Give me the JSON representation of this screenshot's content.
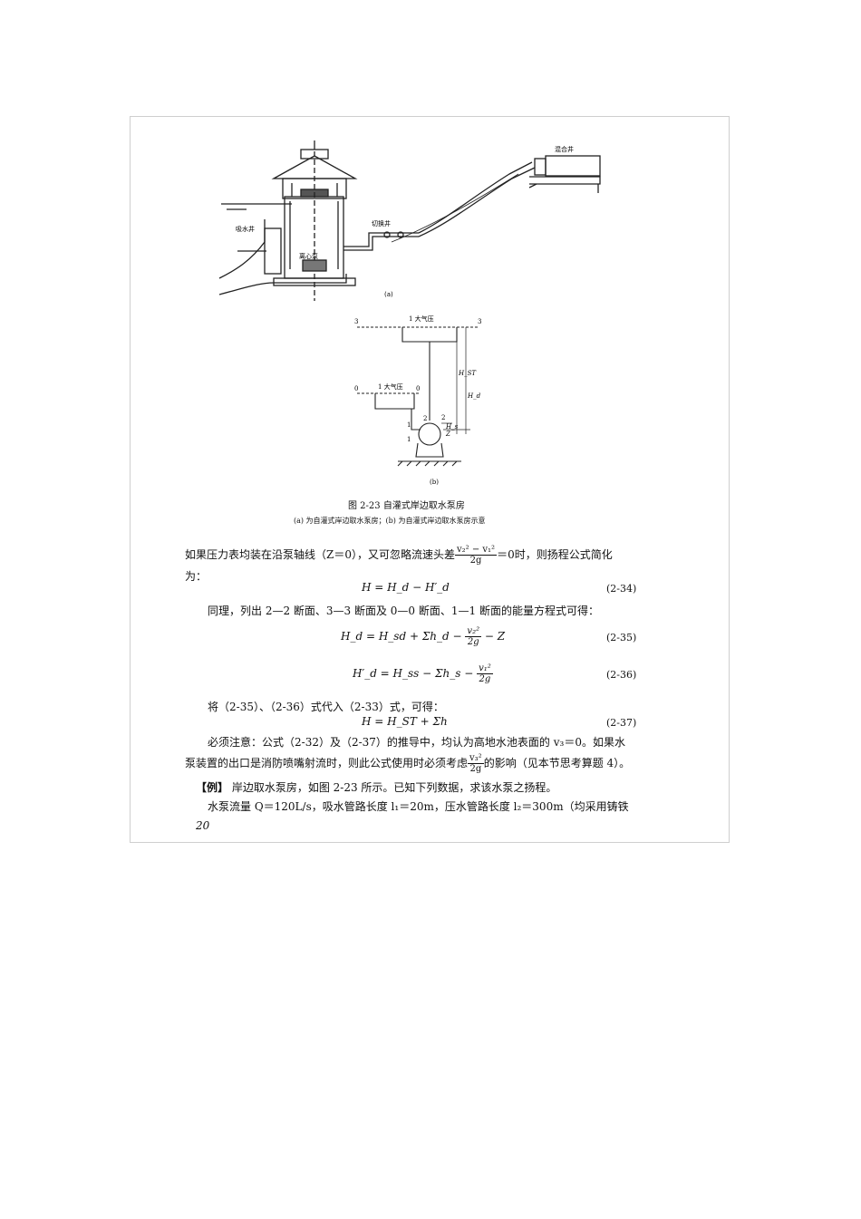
{
  "figure_a": {
    "labels": {
      "mix_well": "混合井",
      "intake_well": "吸水井",
      "gate_valve": "切换井",
      "centrifugal_pump": "离心泵",
      "sub_label": "(a)"
    }
  },
  "figure_b": {
    "labels": {
      "atm_top": "1 大气压",
      "atm_low": "1 大气压",
      "sec3_left": "3",
      "sec3_right": "3",
      "sec0_left": "0",
      "sec0_right": "0",
      "sec1": "1",
      "sec1b": "1",
      "sec2": "2",
      "sec2b": "2",
      "hst": "H_ST",
      "hd": "H_d",
      "hs": "H_s",
      "z": "Z",
      "sub_label": "(b)"
    }
  },
  "caption": {
    "title": "图 2-23   自灌式岸边取水泵房",
    "subtitle": "(a) 为自灌式岸边取水泵房；(b) 为自灌式岸边取水泵房示意"
  },
  "body": {
    "para1_a": "如果压力表均装在沿泵轴线（Z＝0），又可忽略流速头差",
    "para1_frac_num": "v₂² − v₁²",
    "para1_frac_den": "2g",
    "para1_eq0": "＝0",
    "para1_b": "时，则扬程公式简化",
    "para1_c": "为：",
    "eq34": "H = H_d − H′_d",
    "eq34_no": "(2-34)",
    "para2": "同理，列出 2—2 断面、3—3 断面及 0—0 断面、1—1 断面的能量方程式可得：",
    "eq35_a": "H_d = H_sd + Σh_d −",
    "eq35_num": "v₂²",
    "eq35_den": "2g",
    "eq35_b": "− Z",
    "eq35_no": "(2-35)",
    "eq36_a": "H′_d = H_ss − Σh_s −",
    "eq36_num": "v₁²",
    "eq36_den": "2g",
    "eq36_no": "(2-36)",
    "para3": "将（2-35）、（2-36）式代入（2-33）式，可得：",
    "eq37": "H = H_ST + Σh",
    "eq37_no": "(2-37)",
    "para4_a": "必须注意：公式（2-32）及（2-37）的推导中，均认为高地水池表面的 v₃＝0。如果水",
    "para4_b": "泵装置的出口是消防喷嘴射流时，则此公式使用时必须考虑",
    "para4_num": "v₃²",
    "para4_den": "2g",
    "para4_c": "的影响（见本节思考算题 4）。",
    "example_tag": "【例】",
    "example_text": " 岸边取水泵房，如图 2-23 所示。已知下列数据，求该水泵之扬程。",
    "para5": "水泵流量 Q＝120L/s，吸水管路长度 l₁＝20m，压水管路长度 l₂＝300m（均采用铸铁",
    "page_no": "20"
  }
}
